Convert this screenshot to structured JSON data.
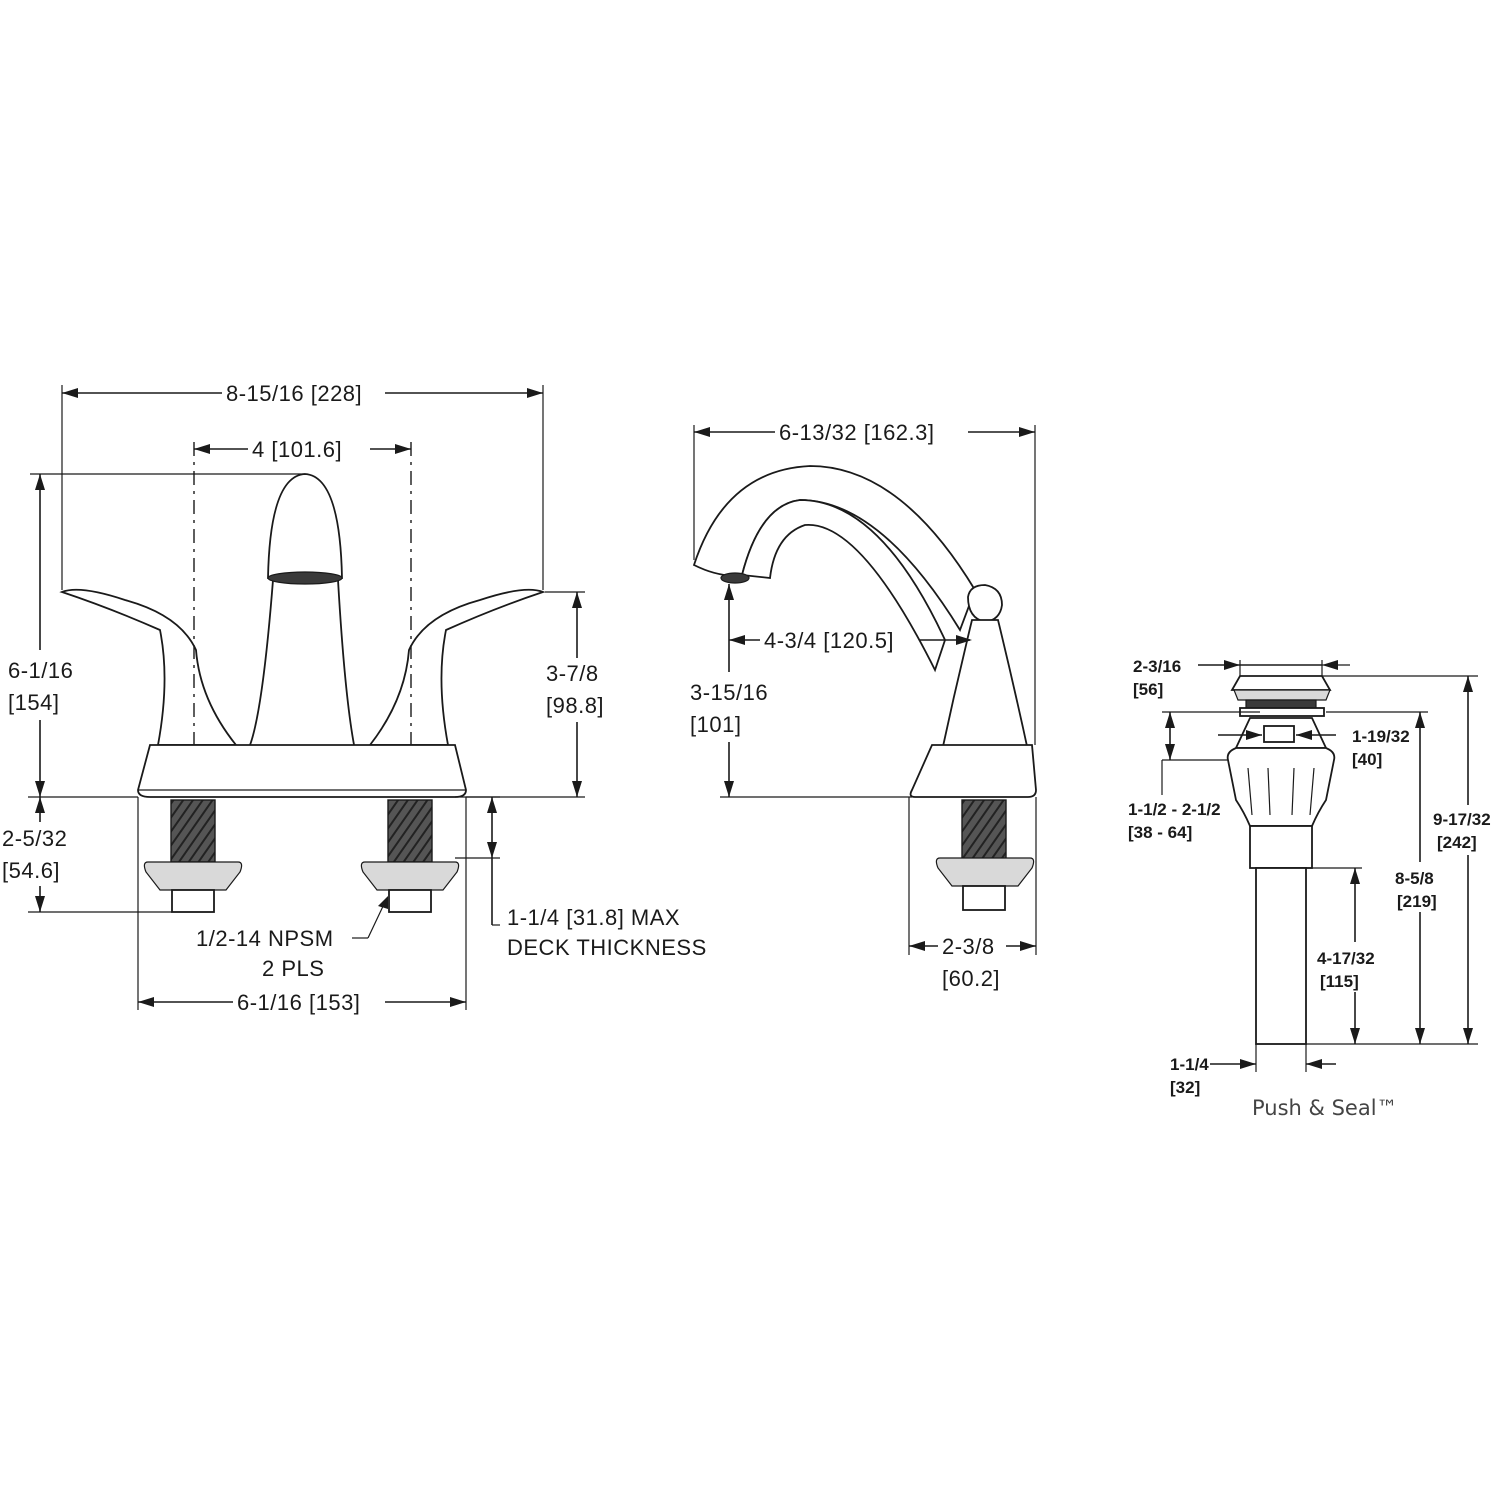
{
  "front_view": {
    "overall_width": "8-15/16 [228]",
    "center_spacing": "4   [101.6]",
    "overall_height_in": "6-1/16",
    "overall_height_mm": "[154]",
    "handle_height_in": "3-7/8",
    "handle_height_mm": "[98.8]",
    "shank_length_in": "2-5/32",
    "shank_length_mm": "[54.6]",
    "thread_note_line1": "1/2-14 NPSM",
    "thread_note_line2": "2 PLS",
    "deck_note_line1": "1-1/4 [31.8] MAX",
    "deck_note_line2": "DECK THICKNESS",
    "base_width": "6-1/16 [153]"
  },
  "side_view": {
    "reach": "6-13/32  [162.3]",
    "spout_height": "4-3/4  [120.5]",
    "clearance_in": "3-15/16",
    "clearance_mm": "[101]",
    "base_depth_in": "2-3/8",
    "base_depth_mm": "[60.2]"
  },
  "drain_view": {
    "cap_diameter_in": "2-3/16",
    "cap_diameter_mm": "[56]",
    "overflow_in": "1-19/32",
    "overflow_mm": "[40]",
    "sink_range_in": "1-1/2  -  2-1/2",
    "sink_range_mm": "[38  -  64]",
    "total_length_in": "9-17/32",
    "total_length_mm": "[242]",
    "body_length_in": "8-5/8",
    "body_length_mm": "[219]",
    "tail_length_in": "4-17/32",
    "tail_length_mm": "[115]",
    "tail_diameter_in": "1-1/4",
    "tail_diameter_mm": "[32]",
    "product_name": "Push & Seal™"
  }
}
